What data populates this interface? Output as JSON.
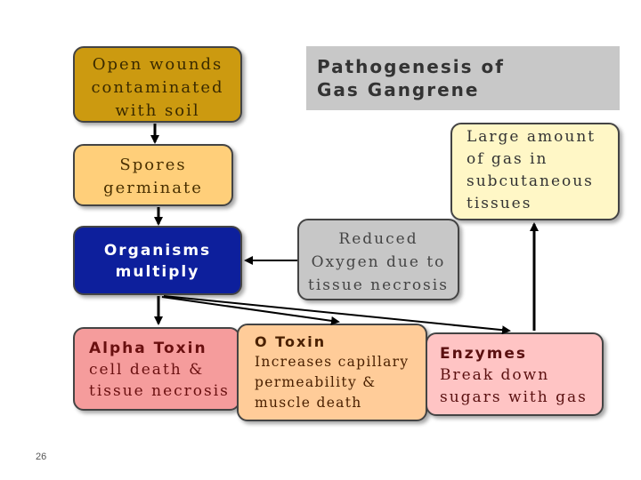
{
  "title": "Pathogenesis of\nGas Gangrene",
  "boxes": {
    "open_wounds": "Open wounds\ncontaminated\nwith soil",
    "spores": "Spores\ngerminate",
    "organisms": "Organisms\nmultiply",
    "reduced_oxygen": "Reduced\nOxygen due to\ntissue necrosis",
    "gas": "Large amount\nof gas in\nsubcutaneous\ntissues",
    "alpha_title": "Alpha Toxin",
    "alpha_body": "cell death &\ntissue necrosis",
    "o_title": "O Toxin",
    "o_body": "Increases capillary\npermeability &\nmuscle death",
    "enzymes_title": "Enzymes",
    "enzymes_body": "Break down\nsugars  with gas"
  },
  "page_number": "26",
  "colors": {
    "open_wounds": "#cc9a10",
    "spores": "#ffcf7a",
    "organisms": "#0d1f9c",
    "reduced_oxygen": "#c7c7c7",
    "gas": "#fff7c6",
    "alpha": "#f59c9c",
    "o_toxin": "#ffcc99",
    "enzymes": "#ffc4c4",
    "title_bg": "#c8c8c8",
    "arrow": "#000000"
  }
}
